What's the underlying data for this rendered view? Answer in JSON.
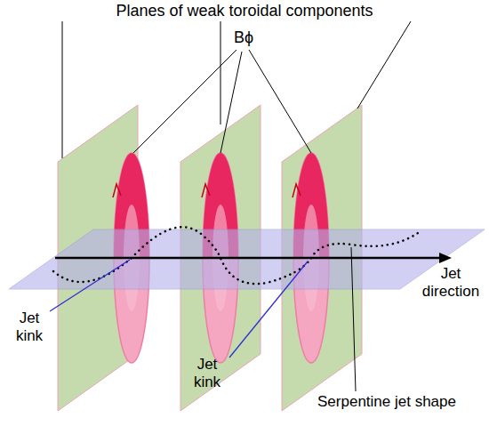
{
  "diagram": {
    "labels": [
      "Planes of weak toroidal components",
      "Bϕ",
      "Jet kink",
      "Jet kink",
      "Jet direction",
      "Serpentine jet shape"
    ]
  }
}
